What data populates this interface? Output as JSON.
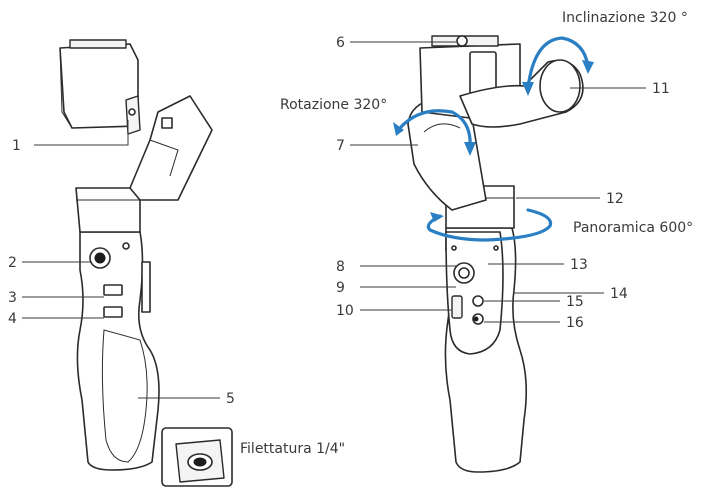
{
  "labels": {
    "tilt": "Inclinazione 320 °",
    "roll": "Rotazione 320°",
    "pan": "Panoramica 600°",
    "thread": "Filettatura 1/4\""
  },
  "callouts": [
    "1",
    "2",
    "3",
    "4",
    "5",
    "6",
    "7",
    "8",
    "9",
    "10",
    "11",
    "12",
    "13",
    "14",
    "15",
    "16"
  ],
  "colors": {
    "arrow": "#2a7fc4",
    "line": "#3a3a3a"
  }
}
